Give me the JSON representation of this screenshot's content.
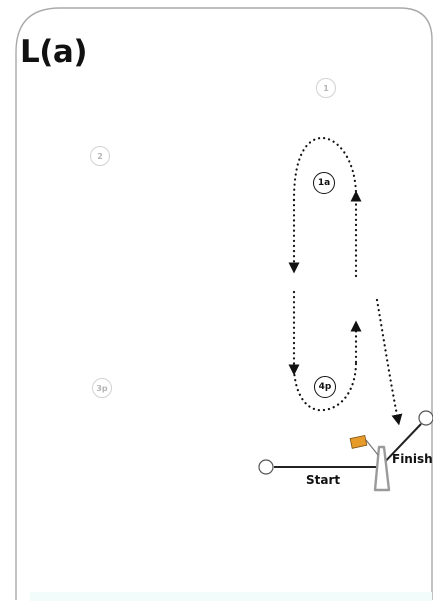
{
  "card": {
    "title": "L(a)",
    "border_color": "#a9a9a9",
    "bottom_strip_color": "#f1fcfb"
  },
  "markers": [
    {
      "id": "1",
      "label": "1",
      "state": "inactive"
    },
    {
      "id": "2",
      "label": "2",
      "state": "inactive"
    },
    {
      "id": "3p",
      "label": "3p",
      "state": "inactive"
    },
    {
      "id": "1a",
      "label": "1a",
      "state": "active"
    },
    {
      "id": "4p",
      "label": "4p",
      "state": "active"
    }
  ],
  "course": {
    "start_label": "Start",
    "finish_label": "Finish",
    "path_color": "#111111",
    "pylon_color": "#9a9a9a",
    "flag_color": "#e59a2a",
    "start_line_color": "#222222"
  }
}
